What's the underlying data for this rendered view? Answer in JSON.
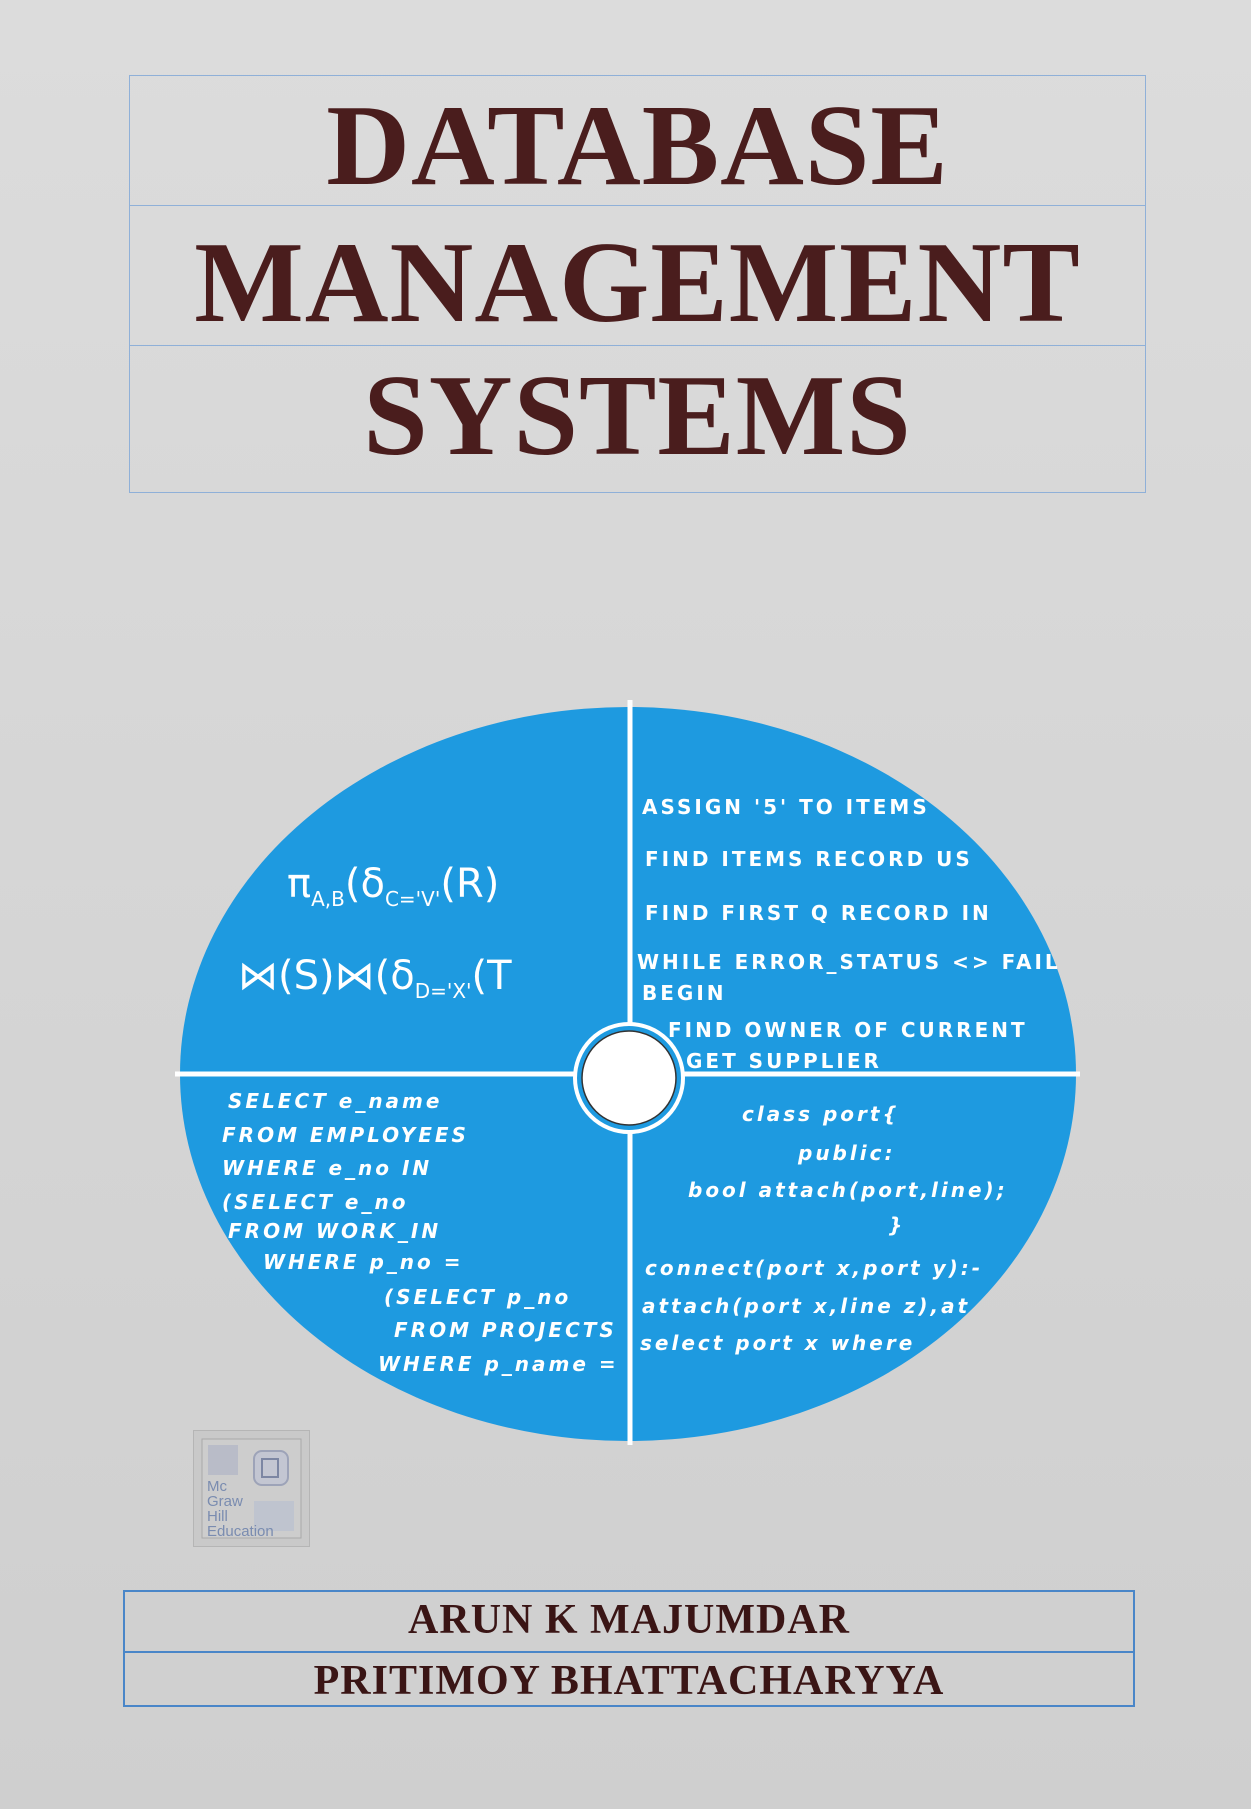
{
  "title": {
    "line1": "DATABASE",
    "line2": "MANAGEMENT",
    "line3": "SYSTEMS"
  },
  "disc": {
    "top_left": {
      "pi": "π",
      "pi_sub": "A,B",
      "sigma1_open": "(δ",
      "sigma1_sub": "C='V'",
      "sigma1_rest": "(R)",
      "join_row": "⋈(S)⋈(δ",
      "sigma2_sub": "D='X'",
      "sigma2_rest": "(T"
    },
    "top_right": [
      "ASSIGN '5' TO ITEMS",
      "FIND ITEMS RECORD US",
      "FIND FIRST Q RECORD IN",
      "WHILE ERROR_STATUS <> FAIL",
      "BEGIN",
      "FIND OWNER OF CURRENT",
      "GET SUPPLIER"
    ],
    "bottom_left": [
      "SELECT e_name",
      "FROM EMPLOYEES",
      "WHERE e_no IN",
      "(SELECT e_no",
      "FROM WORK_IN",
      "WHERE p_no =",
      "(SELECT p_no",
      "FROM PROJECTS",
      "WHERE p_name ="
    ],
    "bottom_right": [
      "class port{",
      "public:",
      "bool  attach(port,line);",
      "}",
      "connect(port x,port y):-",
      "attach(port x,line z),at",
      "select port x where"
    ]
  },
  "publisher_logo": {
    "text": "Mc Graw Hill Education"
  },
  "authors": [
    "ARUN K MAJUMDAR",
    "PRITIMOY BHATTACHARYYA"
  ],
  "colors": {
    "title": "#4a1d1d",
    "disc_blue": "#1e9ae0",
    "frame_blue": "#4a86c8",
    "background": "#d9d9d9"
  }
}
